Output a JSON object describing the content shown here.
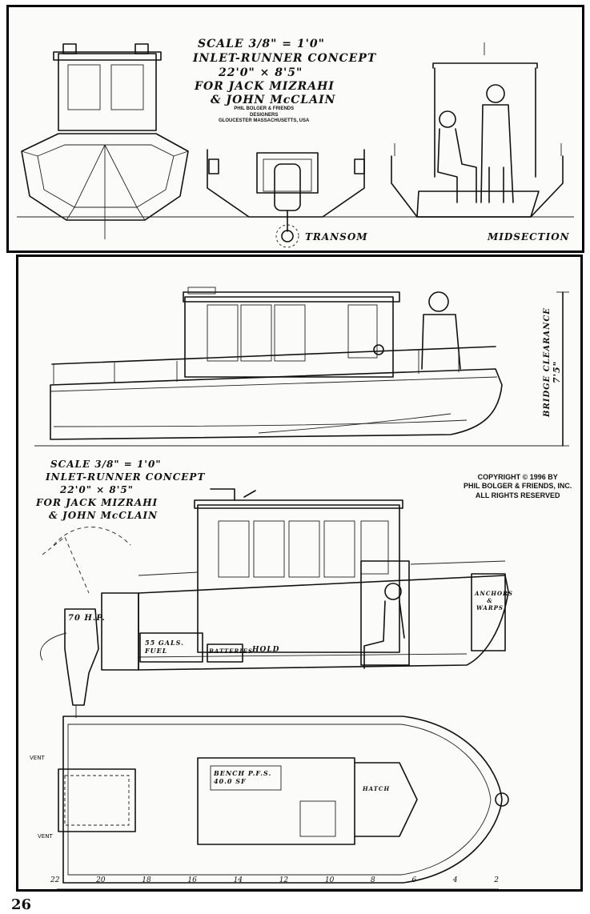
{
  "top_sheet": {
    "title_block": {
      "scale": "SCALE 3/8\" = 1'0\"",
      "concept": "INLET-RUNNER CONCEPT",
      "dimensions": "22'0\" × 8'5\"",
      "client_line1": "FOR JACK MIZRAHI",
      "client_line2": "& JOHN McCLAIN"
    },
    "stamp": {
      "line1": "PHIL BOLGER & FRIENDS",
      "line2": "DESIGNERS",
      "line3": "GLOUCESTER MASSACHUSETTS, USA"
    },
    "labels": {
      "transom": "TRANSOM",
      "midsection": "MIDSECTION"
    }
  },
  "bottom_sheet": {
    "clearance_label": "BRIDGE CLEARANCE",
    "clearance_value": "7'5\"",
    "title_block": {
      "scale": "SCALE 3/8\" = 1'0\"",
      "concept": "INLET-RUNNER CONCEPT",
      "dimensions": "22'0\" × 8'5\"",
      "client_line1": "FOR JACK MIZRAHI",
      "client_line2": "& JOHN McCLAIN"
    },
    "copyright": {
      "line1": "COPYRIGHT © 1996 BY",
      "line2": "PHIL BOLGER & FRIENDS, INC.",
      "line3": "ALL RIGHTS RESERVED"
    },
    "profile_labels": {
      "engine": "70 H.P.",
      "fuel": "55 GALS. FUEL",
      "batteries": "BATTERIES",
      "hold": "HOLD",
      "anchors": "ANCHORS & WARPS"
    },
    "plan_labels": {
      "vent_top": "VENT",
      "vent_bottom": "VENT",
      "bench": "BENCH P.F.S. 40.0 SF",
      "hatch": "HATCH"
    },
    "station_numbers": [
      "22",
      "20",
      "18",
      "16",
      "14",
      "12",
      "10",
      "8",
      "6",
      "4",
      "2"
    ]
  },
  "page_number": "26"
}
